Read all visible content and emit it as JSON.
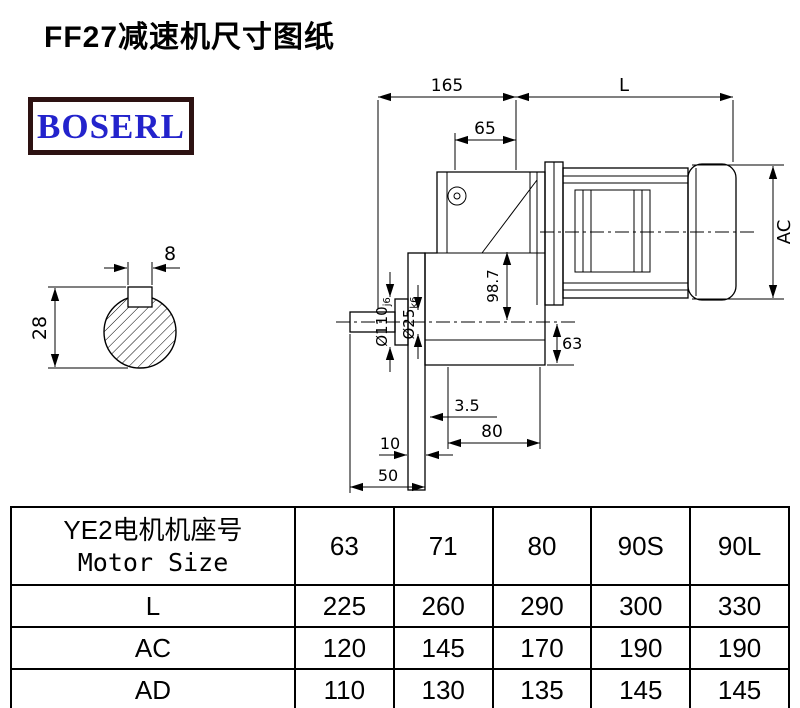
{
  "page": {
    "title": "FF27减速机尺寸图纸"
  },
  "brand": {
    "name": "BOSERL"
  },
  "colors": {
    "brand_text": "#2323cc",
    "brand_border": "#2d1212",
    "line": "#000000"
  },
  "drawing": {
    "dims": {
      "total_165": "165",
      "length_L": "L",
      "inner_65": "65",
      "ac": "AC",
      "flange_dia_main": "Ø110",
      "flange_dia_sub": "j6",
      "shaft_dia_main": "Ø25",
      "shaft_dia_sub": "k6",
      "bore_98_7": "98.7",
      "height_63": "63",
      "offset_3_5": "3.5",
      "base_80": "80",
      "plate_10": "10",
      "shaft_len_50": "50",
      "key_width_8": "8",
      "section_height_28": "28"
    }
  },
  "table": {
    "header_cn": "YE2电机机座号",
    "header_en": "Motor Size",
    "sizes": [
      "63",
      "71",
      "80",
      "90S",
      "90L"
    ],
    "rows": [
      {
        "label": "L",
        "values": [
          "225",
          "260",
          "290",
          "300",
          "330"
        ]
      },
      {
        "label": "AC",
        "values": [
          "120",
          "145",
          "170",
          "190",
          "190"
        ]
      },
      {
        "label": "AD",
        "values": [
          "110",
          "130",
          "135",
          "145",
          "145"
        ]
      }
    ]
  }
}
